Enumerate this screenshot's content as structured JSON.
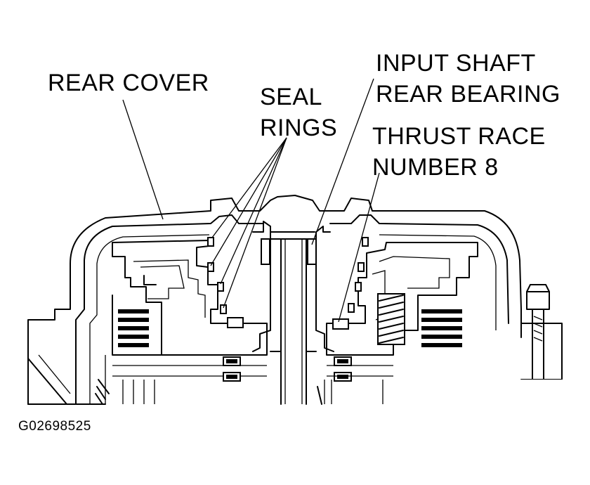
{
  "labels": {
    "rear_cover": "REAR COVER",
    "seal_rings": [
      "SEAL",
      "RINGS"
    ],
    "input_shaft_rear_bearing": [
      "INPUT SHAFT",
      "REAR BEARING"
    ],
    "thrust_race_number_8": [
      "THRUST RACE",
      "NUMBER 8"
    ]
  },
  "figure_id": "G02698525"
}
